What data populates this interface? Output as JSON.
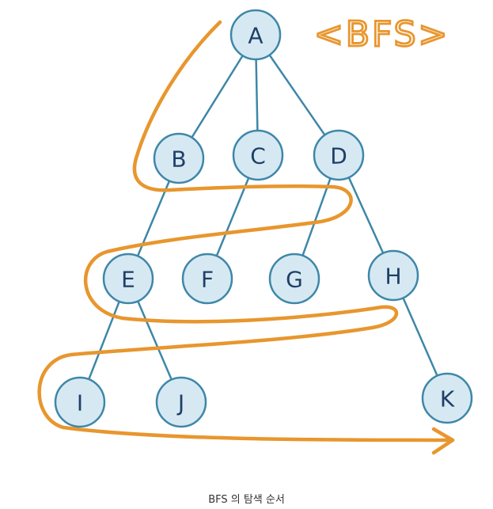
{
  "title": "<BFS>",
  "caption": "BFS 의 탐색 순서",
  "colors": {
    "node_fill": "#d6e9f3",
    "node_stroke": "#3e87a8",
    "label": "#1f3f66",
    "traversal_path": "#e8962e"
  },
  "nodes": [
    {
      "id": "A",
      "label": "A"
    },
    {
      "id": "B",
      "label": "B"
    },
    {
      "id": "C",
      "label": "C"
    },
    {
      "id": "D",
      "label": "D"
    },
    {
      "id": "E",
      "label": "E"
    },
    {
      "id": "F",
      "label": "F"
    },
    {
      "id": "G",
      "label": "G"
    },
    {
      "id": "H",
      "label": "H"
    },
    {
      "id": "I",
      "label": "I"
    },
    {
      "id": "J",
      "label": "J"
    },
    {
      "id": "K",
      "label": "K"
    }
  ],
  "edges": [
    [
      "A",
      "B"
    ],
    [
      "A",
      "C"
    ],
    [
      "A",
      "D"
    ],
    [
      "B",
      "E"
    ],
    [
      "C",
      "F"
    ],
    [
      "D",
      "G"
    ],
    [
      "D",
      "H"
    ],
    [
      "E",
      "I"
    ],
    [
      "E",
      "J"
    ],
    [
      "H",
      "K"
    ]
  ]
}
